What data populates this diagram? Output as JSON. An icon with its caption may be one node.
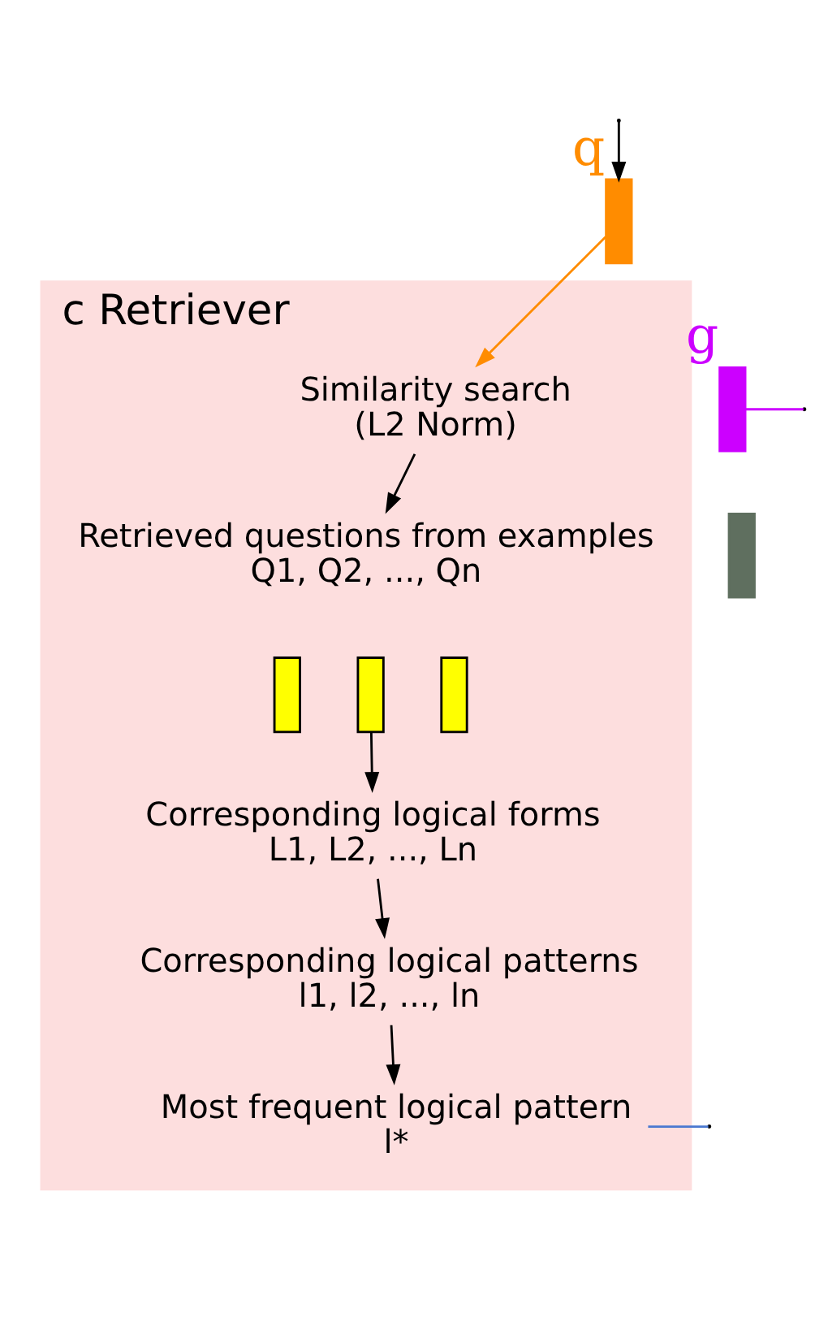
{
  "diagram": {
    "nodes": [
      {
        "text": [
          "c",
          "Retriever"
        ]
      },
      {
        "text": [],
        "shape": "bar",
        "beside": [
          "q"
        ]
      },
      {
        "text": [],
        "shape": "bar",
        "beside": [
          "g"
        ]
      },
      {
        "text": [],
        "shape": "bar"
      },
      {
        "text": [
          "Similarity search",
          "(L2 Norm)"
        ],
        "in": 0
      },
      {
        "text": [
          "Retrieved questions from examples",
          "Q1, Q2, ..., Qn"
        ],
        "in": 0
      },
      {
        "text": [],
        "shape": "bar",
        "in": 0
      },
      {
        "text": [],
        "shape": "bar",
        "in": 0
      },
      {
        "text": [],
        "shape": "bar",
        "in": 0
      },
      {
        "text": [
          "Corresponding logical forms",
          "L1, L2, ..., Ln"
        ],
        "in": 0
      },
      {
        "text": [
          "Corresponding logical patterns",
          "l1, l2, ..., ln"
        ],
        "in": 0
      },
      {
        "text": [
          "Most frequent logical pattern",
          "l*"
        ],
        "in": 0
      }
    ],
    "edges": [
      {
        "from": null,
        "to": 1,
        "arrow": "to"
      },
      {
        "from": 1,
        "to": 4,
        "arrow": "to",
        "color": "#ff8c00"
      },
      {
        "from": 2,
        "to": null,
        "arrow": "none",
        "color": "#cc00ff"
      },
      {
        "from": 4,
        "to": 5,
        "arrow": "to"
      },
      {
        "from": 7,
        "to": 9,
        "arrow": "to"
      },
      {
        "from": 9,
        "to": 10,
        "arrow": "to"
      },
      {
        "from": 10,
        "to": 11,
        "arrow": "to"
      },
      {
        "from": 11,
        "to": null,
        "arrow": "none",
        "color": "#4a78d0"
      }
    ]
  }
}
